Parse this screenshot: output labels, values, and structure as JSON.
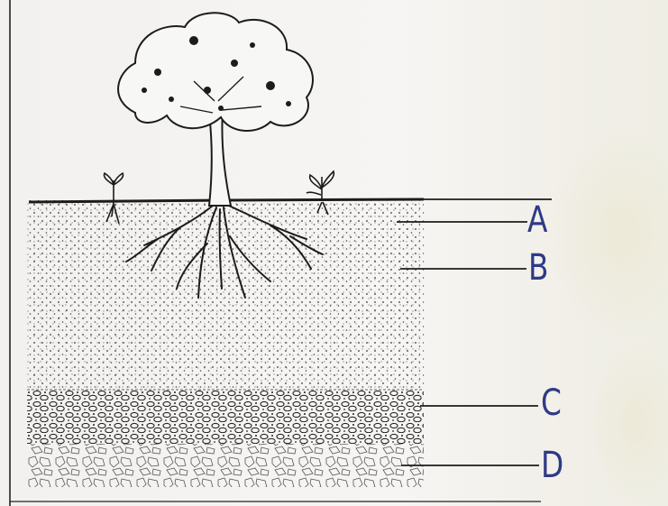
{
  "labels": {
    "a": "A",
    "b": "B",
    "c": "C",
    "d": "D"
  },
  "colors": {
    "ink": "#1c1c1c",
    "label_ink": "#2e3a86",
    "paper": "#f4f2f0"
  }
}
